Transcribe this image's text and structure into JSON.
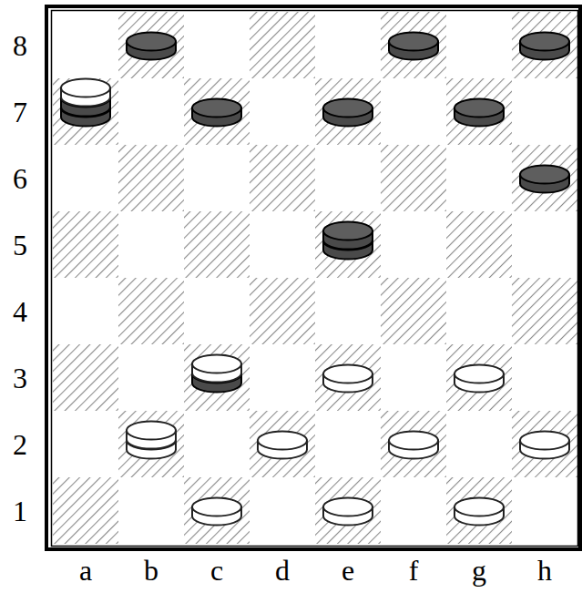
{
  "diagram": {
    "labels": [
      "8",
      "7",
      "6",
      "5",
      "4",
      "3",
      "2",
      "1",
      "a",
      "b",
      "c",
      "d",
      "e",
      "f",
      "g",
      "h"
    ]
  }
}
